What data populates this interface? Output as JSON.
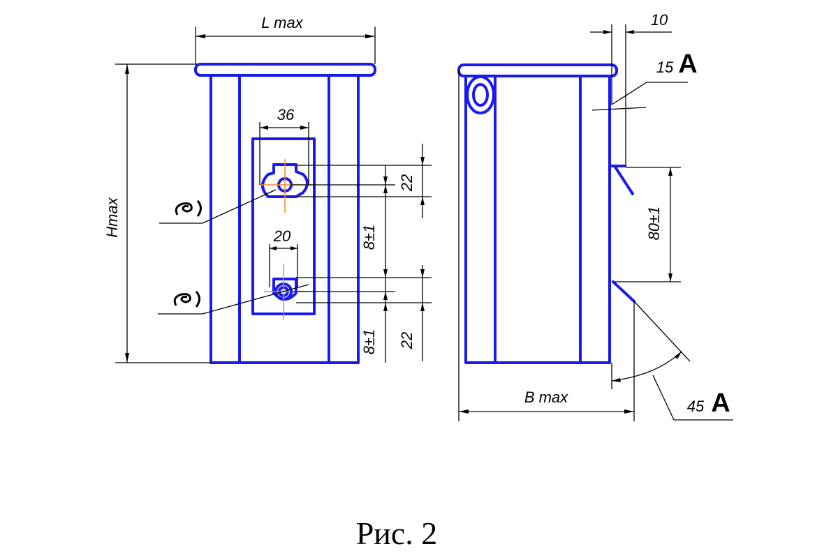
{
  "figure": {
    "caption": "Рис. 2"
  },
  "front_view": {
    "width_label": "L max",
    "height_label": "Hmax",
    "slot_width_label": "36",
    "hole_width_label": "20",
    "upper_offset_label": "22",
    "lower_offset_label": "22",
    "upper_spacing_label": "8±1",
    "lower_spacing_label": "8±1"
  },
  "side_view": {
    "depth_label": "B max",
    "offset_label": "10",
    "angle_top_label": "15",
    "angle_bottom_label": "45",
    "angle_marker": "A",
    "bracket_spacing_label": "80±1"
  }
}
